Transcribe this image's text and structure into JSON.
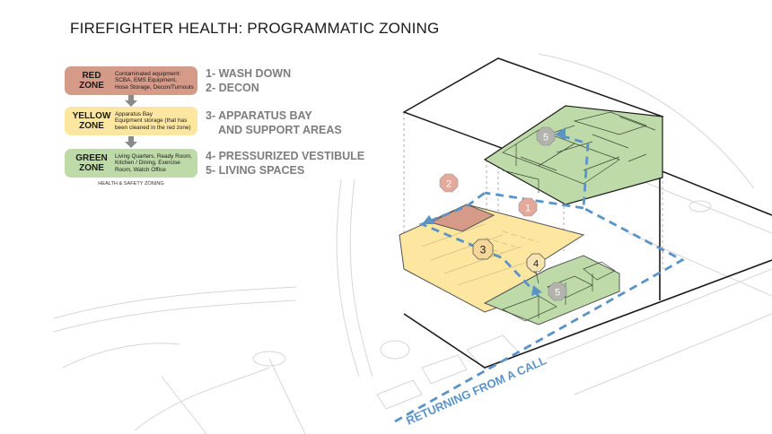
{
  "title": "FIREFIGHTER HEALTH: PROGRAMMATIC ZONING",
  "legend": {
    "caption": "HEALTH & SAFETY ZONING",
    "zones": [
      {
        "name": "RED\nZONE",
        "description": "Contaminated equipment:\nSCBA, EMS Equipment,\nHose Storage, Decon/Turnouts",
        "color": "#d69a88"
      },
      {
        "name": "YELLOW\nZONE",
        "description": "Apparatus Bay\nEquipment storage (that has\nbeen cleaned in the red zone)",
        "color": "#fde7a0"
      },
      {
        "name": "GREEN\nZONE",
        "description": "Living Quarters, Ready Room,\nKitchen / Dining, Exercise\nRoom, Watch Office",
        "color": "#bedaa8"
      }
    ]
  },
  "steps": {
    "red": [
      "1- WASH DOWN",
      "2- DECON"
    ],
    "yellow": [
      "3- APPARATUS BAY",
      "AND SUPPORT AREAS"
    ],
    "green": [
      "4- PRESSURIZED VESTIBULE",
      "5- LIVING SPACES"
    ]
  },
  "markers": [
    "1",
    "2",
    "3",
    "4",
    "5",
    "5"
  ],
  "route_label": "RETURNING FROM A CALL",
  "colors": {
    "red_zone": "#d69a88",
    "yellow_zone": "#fde7a0",
    "green_zone": "#bedaa8",
    "route": "#5b93c7",
    "step_text": "#7d7d7d",
    "marker_red": "#e3a99a",
    "marker_gray": "#b3b3ae"
  }
}
